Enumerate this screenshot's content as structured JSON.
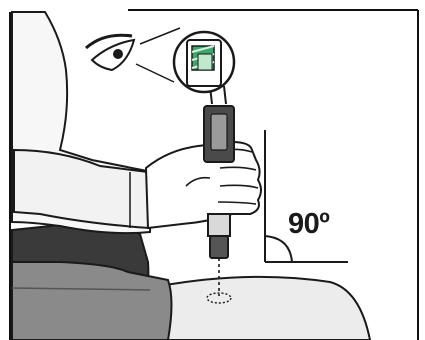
{
  "figure": {
    "angle_label": "90º",
    "colors": {
      "outline": "#1a1a1a",
      "skin": "#ffffff",
      "sleeve": "#f2f2f2",
      "chair": "#3a3a3a",
      "chair_seat": "#8a8a8a",
      "thigh": "#ececec",
      "pen_body": "#4a4a4a",
      "indicator_green": "#3aa86a"
    },
    "icons": [
      "eye-icon",
      "magnifier-inset",
      "injection-pen",
      "hand",
      "right-angle-marker",
      "injection-site-marker"
    ]
  }
}
